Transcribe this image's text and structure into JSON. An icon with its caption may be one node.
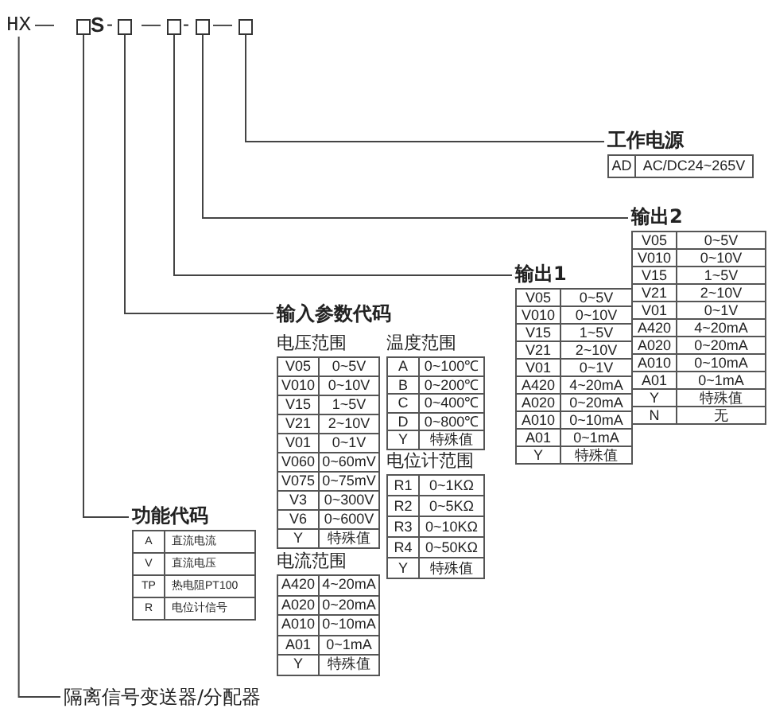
{
  "diagram": {
    "nodes": [
      {
        "text": [
          "HX"
        ]
      },
      {
        "text": [],
        "shape": "box"
      },
      {
        "text": [],
        "shape": "box"
      },
      {
        "text": [],
        "shape": "box"
      },
      {
        "text": [],
        "shape": "box"
      },
      {
        "text": [],
        "shape": "box"
      },
      {
        "text": [
          "工作电源",
          "AD",
          "AC/DC24~265V"
        ]
      },
      {
        "text": [
          "输出2",
          "V05",
          "0~5V",
          "V010",
          "0~10V",
          "V15",
          "1~5V",
          "V21",
          "2~10V",
          "V01",
          "0~1V",
          "A420",
          "4~20mA",
          "A020",
          "0~20mA",
          "A010",
          "0~10mA",
          "A01",
          "0~1mA",
          "Y",
          "特殊值",
          "N",
          "无"
        ]
      },
      {
        "text": [
          "输出1",
          "V05",
          "0~5V",
          "V010",
          "0~10V",
          "V15",
          "1~5V",
          "V21",
          "2~10V",
          "V01",
          "0~1V",
          "A420",
          "4~20mA",
          "A020",
          "0~20mA",
          "A010",
          "0~10mA",
          "A01",
          "0~1mA",
          "Y",
          "特殊值"
        ]
      },
      {
        "text": [
          "输入参数代码"
        ]
      },
      {
        "text": [
          "电压范围",
          "V05",
          "0~5V",
          "V010",
          "0~10V",
          "V15",
          "1~5V",
          "V21",
          "2~10V",
          "V01",
          "0~1V",
          "V060",
          "0~60mV",
          "V075",
          "0~75mV",
          "V3",
          "0~300V",
          "V6",
          "0~600V",
          "Y",
          "特殊值"
        ]
      },
      {
        "text": [
          "温度范围",
          "A",
          "0~100℃",
          "B",
          "0~200℃",
          "C",
          "0~400℃",
          "D",
          "0~800℃",
          "Y",
          "特殊值"
        ]
      },
      {
        "text": [
          "电位计范围",
          "R1",
          "0~1KΩ",
          "R2",
          "0~5KΩ",
          "R3",
          "0~10KΩ",
          "R4",
          "0~50KΩ",
          "Y",
          "特殊值"
        ]
      },
      {
        "text": [
          "电流范围",
          "A420",
          "4~20mA",
          "A020",
          "0~20mA",
          "A010",
          "0~10mA",
          "A01",
          "0~1mA",
          "Y",
          "特殊值"
        ]
      },
      {
        "text": [
          "功能代码",
          "A",
          "直流电流",
          "V",
          "直流电压",
          "TP",
          "热电阻PT100",
          "R",
          "电位计信号"
        ]
      },
      {
        "text": [
          "隔离信号变送器/分配器"
        ]
      }
    ],
    "edges": [
      {
        "from": 0,
        "to": 15,
        "arrow": "none"
      },
      {
        "from": 1,
        "to": 14,
        "arrow": "none"
      },
      {
        "from": 2,
        "to": 9,
        "arrow": "none"
      },
      {
        "from": 3,
        "to": 8,
        "arrow": "none"
      },
      {
        "from": 4,
        "to": 7,
        "arrow": "none"
      },
      {
        "from": 5,
        "to": 6,
        "arrow": "none"
      }
    ],
    "labels": [
      "—",
      "S",
      "-",
      "—",
      "-",
      "—"
    ]
  }
}
